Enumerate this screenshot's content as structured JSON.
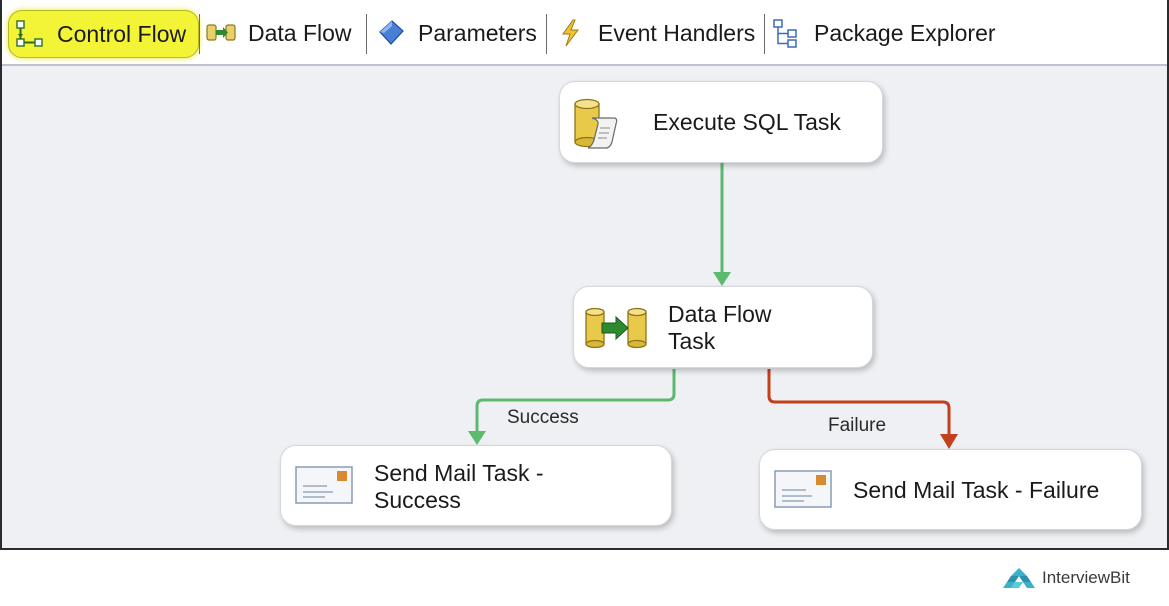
{
  "tabs": [
    {
      "label": "Control Flow",
      "icon": "control-flow-icon",
      "active": true
    },
    {
      "label": "Data Flow",
      "icon": "data-flow-icon",
      "active": false
    },
    {
      "label": "Parameters",
      "icon": "parameters-icon",
      "active": false
    },
    {
      "label": "Event Handlers",
      "icon": "lightning-icon",
      "active": false
    },
    {
      "label": "Package Explorer",
      "icon": "tree-icon",
      "active": false
    }
  ],
  "nodes": {
    "execute_sql": {
      "label": "Execute SQL Task",
      "icon": "database-script-icon"
    },
    "data_flow": {
      "line1": "Data Flow",
      "line2": "Task",
      "icon": "data-flow-task-icon"
    },
    "mail_success": {
      "line1": "Send Mail Task -",
      "line2": "Success",
      "icon": "mail-icon"
    },
    "mail_failure": {
      "label": "Send Mail Task - Failure",
      "icon": "mail-icon"
    }
  },
  "connectors": {
    "success_label": "Success",
    "failure_label": "Failure"
  },
  "colors": {
    "success": "#5cba6e",
    "failure": "#c3401c",
    "highlight": "#f4f436"
  },
  "brand": {
    "name": "InterviewBit"
  }
}
